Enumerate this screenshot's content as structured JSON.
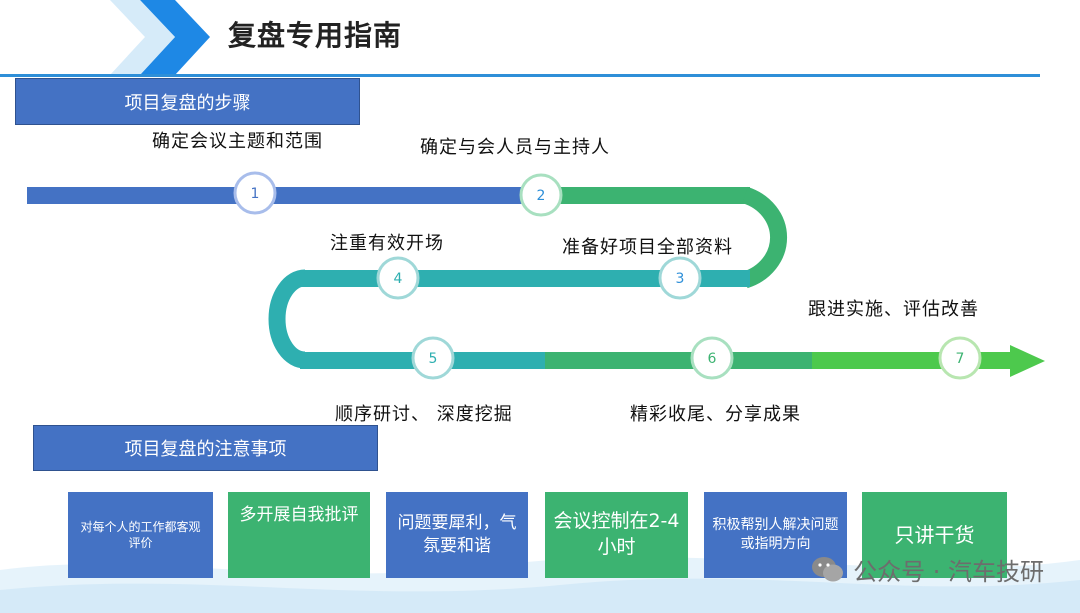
{
  "header": {
    "title": "复盘专用指南"
  },
  "sections": {
    "steps_title": "项目复盘的步骤",
    "notes_title": "项目复盘的注意事项"
  },
  "steps": [
    {
      "num": "1",
      "label": "确定会议主题和范围"
    },
    {
      "num": "2",
      "label": "确定与会人员与主持人"
    },
    {
      "num": "3",
      "label": "准备好项目全部资料"
    },
    {
      "num": "4",
      "label": "注重有效开场"
    },
    {
      "num": "5",
      "label": "顺序研讨、 深度挖掘"
    },
    {
      "num": "6",
      "label": "精彩收尾、分享成果"
    },
    {
      "num": "7",
      "label": "跟进实施、评估改善"
    }
  ],
  "notes": [
    {
      "text": "对每个人的工作都客观评价",
      "color": "#4472C4"
    },
    {
      "text": "多开展自我批评",
      "color": "#3CB371"
    },
    {
      "text": "问题要犀利，气氛要和谐",
      "color": "#4472C4"
    },
    {
      "text": "会议控制在2-4小时",
      "color": "#3CB371"
    },
    {
      "text": "积极帮别人解决问题或指明方向",
      "color": "#4472C4"
    },
    {
      "text": "只讲干货",
      "color": "#3CB371"
    }
  ],
  "watermark": {
    "text": "公众号 · 汽车技研"
  },
  "colors": {
    "blue": "#4472C4",
    "teal": "#2EAFB0",
    "green": "#3CB371",
    "light_green": "#4DC94D",
    "accent": "#2E8FD8"
  }
}
